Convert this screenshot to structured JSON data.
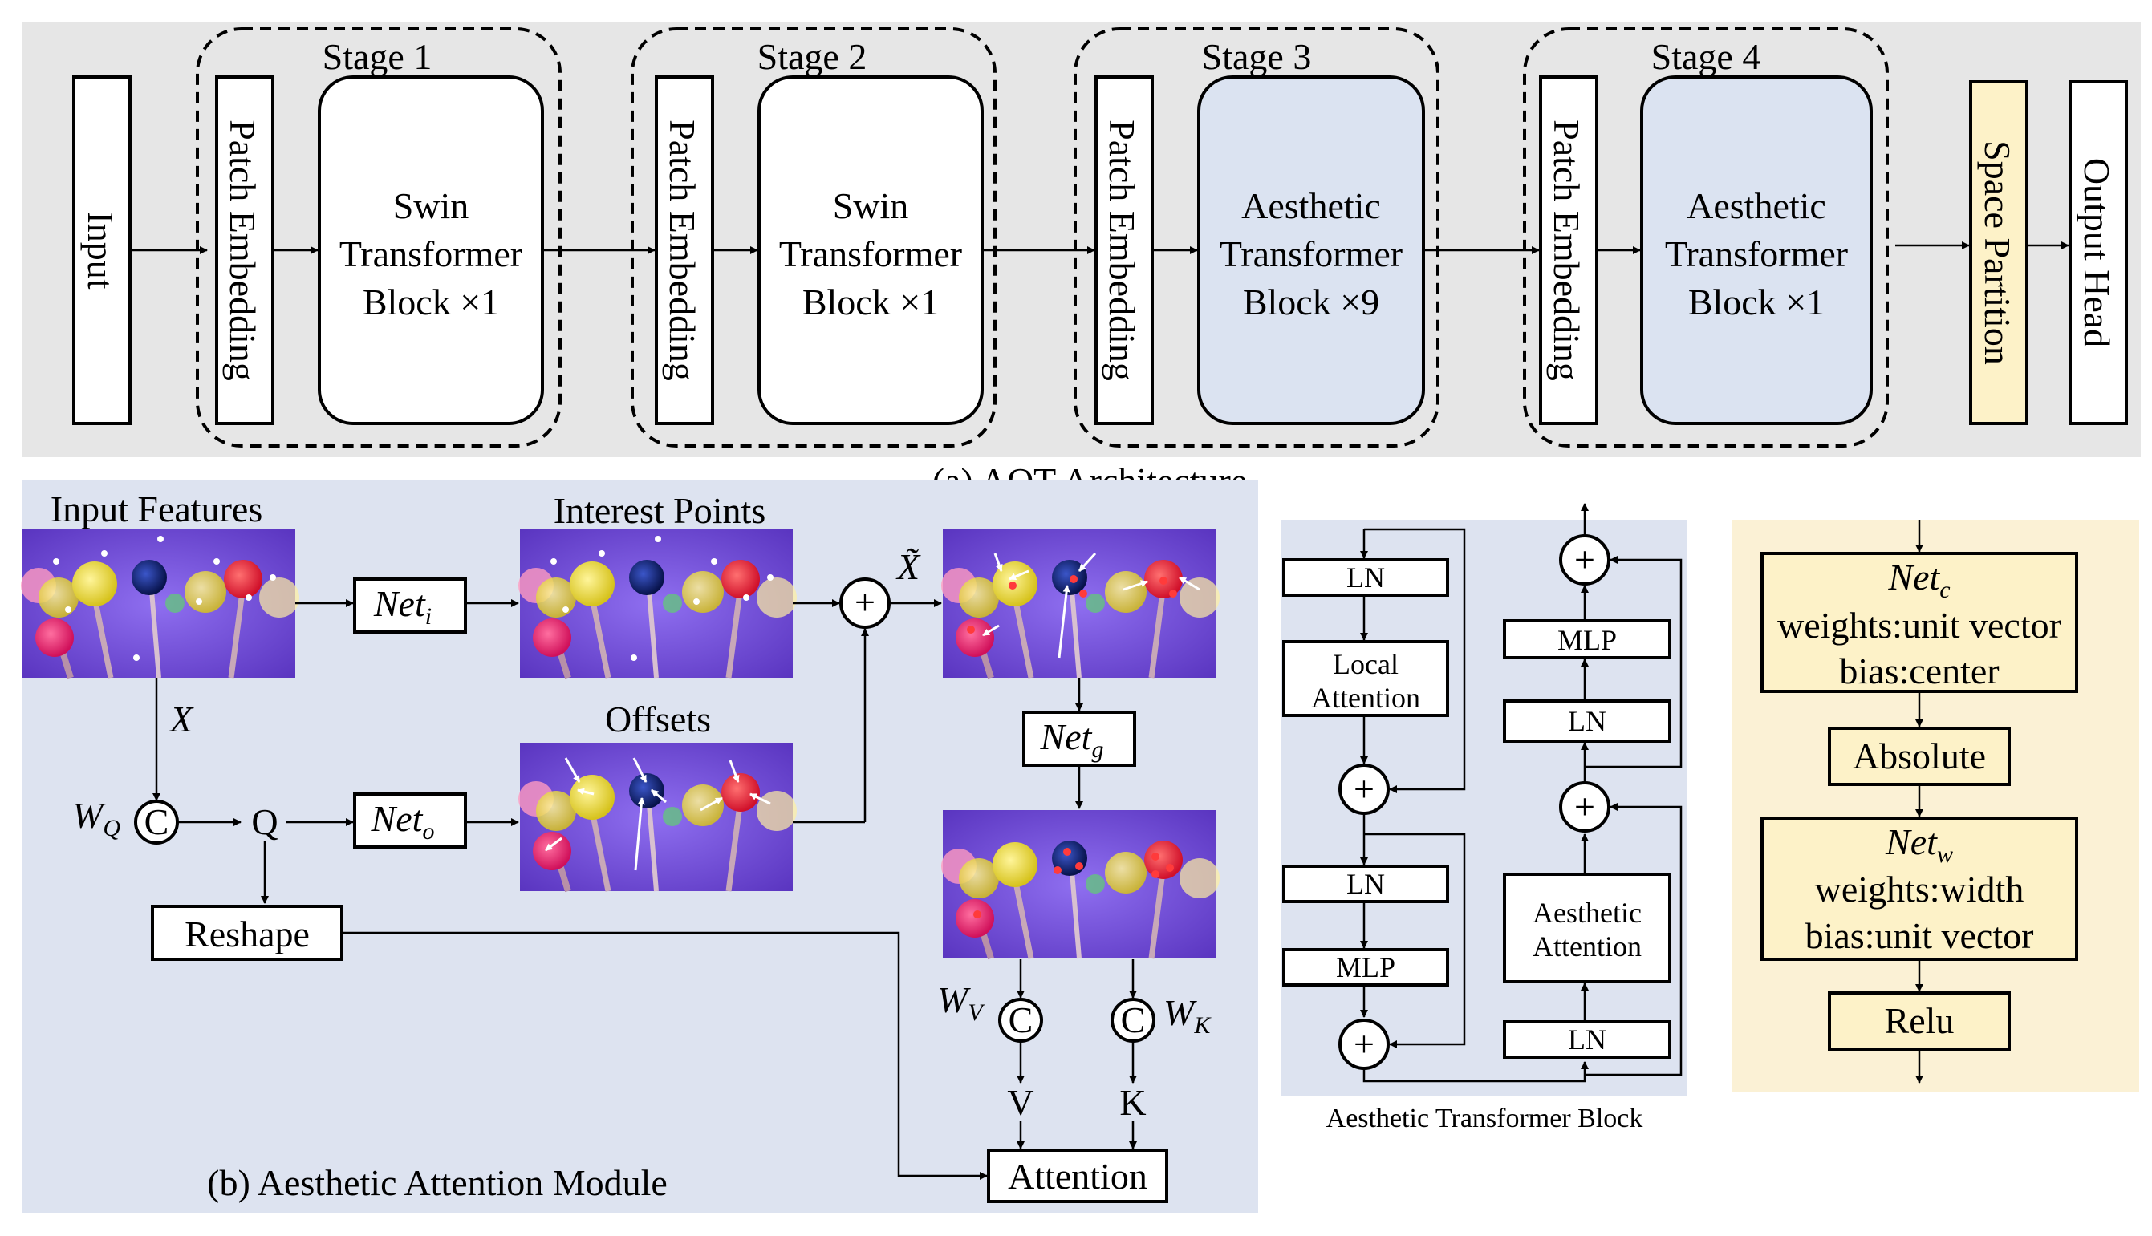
{
  "part_a": {
    "caption": "(a) AOT Architecture",
    "input": "Input",
    "stages": [
      {
        "title": "Stage 1",
        "embed": "Patch Embedding",
        "block": [
          "Swin",
          "Transformer",
          "Block ×1"
        ]
      },
      {
        "title": "Stage 2",
        "embed": "Patch Embedding",
        "block": [
          "Swin",
          "Transformer",
          "Block ×1"
        ]
      },
      {
        "title": "Stage 3",
        "embed": "Patch Embedding",
        "block": [
          "Aesthetic",
          "Transformer",
          "Block ×9"
        ]
      },
      {
        "title": "Stage 4",
        "embed": "Patch Embedding",
        "block": [
          "Aesthetic",
          "Transformer",
          "Block ×1"
        ]
      }
    ],
    "space_partition": "Space Partition",
    "output_head": "Output Head"
  },
  "part_b": {
    "caption": "(b) Aesthetic Attention Module",
    "input_features": "Input Features",
    "interest_points": "Interest Points",
    "offsets": "Offsets",
    "net_i": "Net",
    "net_i_sub": "i",
    "net_o": "Net",
    "net_o_sub": "o",
    "net_g": "Net",
    "net_g_sub": "g",
    "x_label": "X",
    "x_tilde": "X̃",
    "wq": "W",
    "wq_sub": "Q",
    "wv": "W",
    "wv_sub": "V",
    "wk": "W",
    "wk_sub": "K",
    "concat": "C",
    "q": "Q",
    "v": "V",
    "k": "K",
    "plus": "+",
    "reshape": "Reshape",
    "attention": "Attention"
  },
  "block": {
    "caption": "Aesthetic Transformer Block",
    "ln": "LN",
    "local_attention": [
      "Local",
      "Attention"
    ],
    "mlp": "MLP",
    "aesthetic_attention": [
      "Aesthetic",
      "Attention"
    ]
  },
  "head": {
    "net_c": "Net",
    "net_c_sub": "c",
    "net_c_weights": "weights:unit vector",
    "net_c_bias": "bias:center",
    "absolute": "Absolute",
    "net_w": "Net",
    "net_w_sub": "w",
    "net_w_weights": "weights:width",
    "net_w_bias": "bias:unit vector",
    "relu": "Relu"
  },
  "colors": {
    "panel_a_bg": "#e6e6e6",
    "panel_b_bg": "#dde3f0",
    "panel_head_bg": "#fbf1d5",
    "aesthetic_block": "#dbe3f1",
    "space_partition": "#fdf2c8",
    "photo_bg": "#7a55d8"
  },
  "icons": [
    "plus-circle-icon",
    "concat-circle-icon",
    "arrow-icon"
  ]
}
